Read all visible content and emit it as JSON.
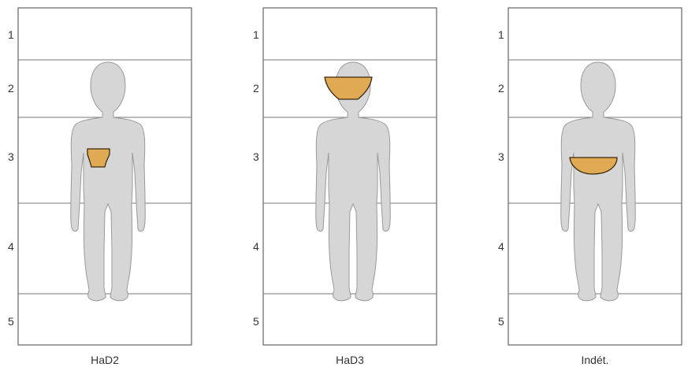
{
  "zone_labels": [
    "1",
    "2",
    "3",
    "4",
    "5"
  ],
  "colors": {
    "frame": "#444444",
    "zone_line": "#777777",
    "body_fill": "#d6d6d6",
    "body_stroke": "#999999",
    "object_fill": "#e0aa55",
    "object_stroke": "#3a2a10"
  },
  "panels": [
    {
      "caption": "HaD2",
      "object_zone": "3",
      "object_shape": "small-pot"
    },
    {
      "caption": "HaD3",
      "object_zone": "2",
      "object_shape": "inverted-bowl"
    },
    {
      "caption": "Indét.",
      "object_zone": "3",
      "object_shape": "bowl"
    }
  ]
}
